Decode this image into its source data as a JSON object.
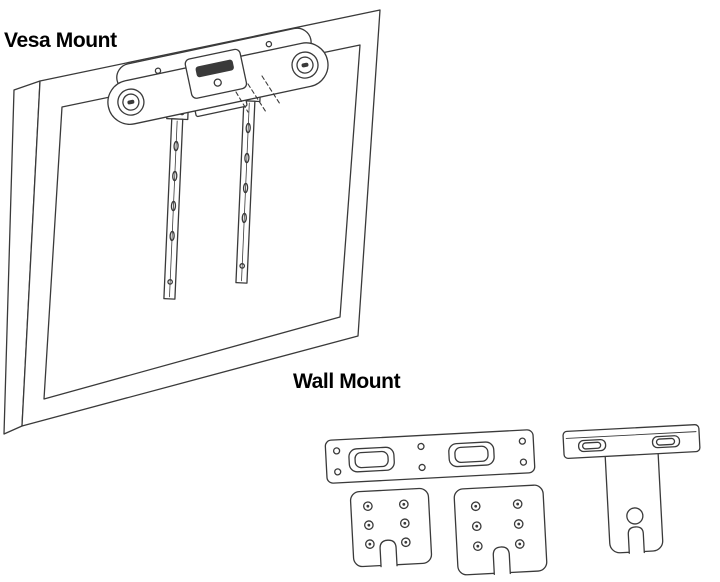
{
  "labels": {
    "vesa_mount": "Vesa Mount",
    "wall_mount": "Wall Mount"
  },
  "diagram": {
    "background_color": "#ffffff",
    "line_color": "#3a3a3a",
    "vesa_mount_parts": [
      "video-bar",
      "display-panel",
      "vesa-rail-left",
      "vesa-rail-right"
    ],
    "wall_mount_parts": [
      "wall-plate",
      "screw-plate-left",
      "screw-plate-right",
      "corner-bracket"
    ]
  }
}
